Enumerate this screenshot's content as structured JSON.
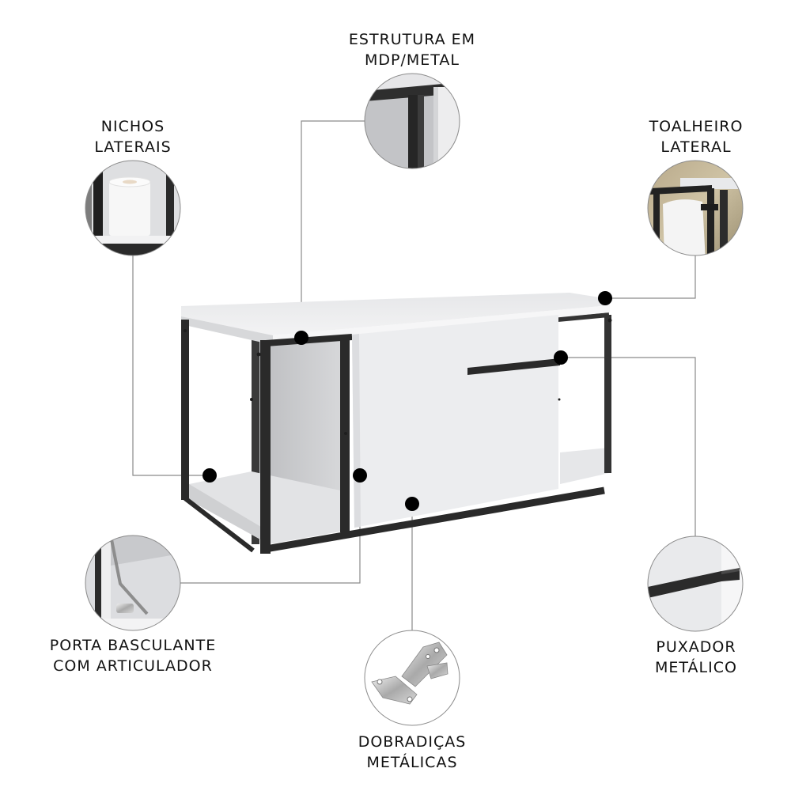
{
  "features": [
    {
      "id": "estrutura",
      "line1": "ESTRUTURA EM",
      "line2": "MDP/METAL"
    },
    {
      "id": "nichos",
      "line1": "NICHOS",
      "line2": "LATERAIS"
    },
    {
      "id": "toalheiro",
      "line1": "TOALHEIRO",
      "line2": "LATERAL"
    },
    {
      "id": "porta",
      "line1": "PORTA BASCULANTE",
      "line2": "COM ARTICULADOR"
    },
    {
      "id": "dobradicas",
      "line1": "DOBRADIÇAS",
      "line2": "METÁLICAS"
    },
    {
      "id": "puxador",
      "line1": "PUXADOR",
      "line2": "METÁLICO"
    }
  ],
  "colors": {
    "frame": "#2a2a2a",
    "panel": "#e9eaec",
    "panel_shadow": "#c9cacd",
    "leader_line": "#8a8a8a",
    "dot": "#000000",
    "text": "#111111"
  }
}
